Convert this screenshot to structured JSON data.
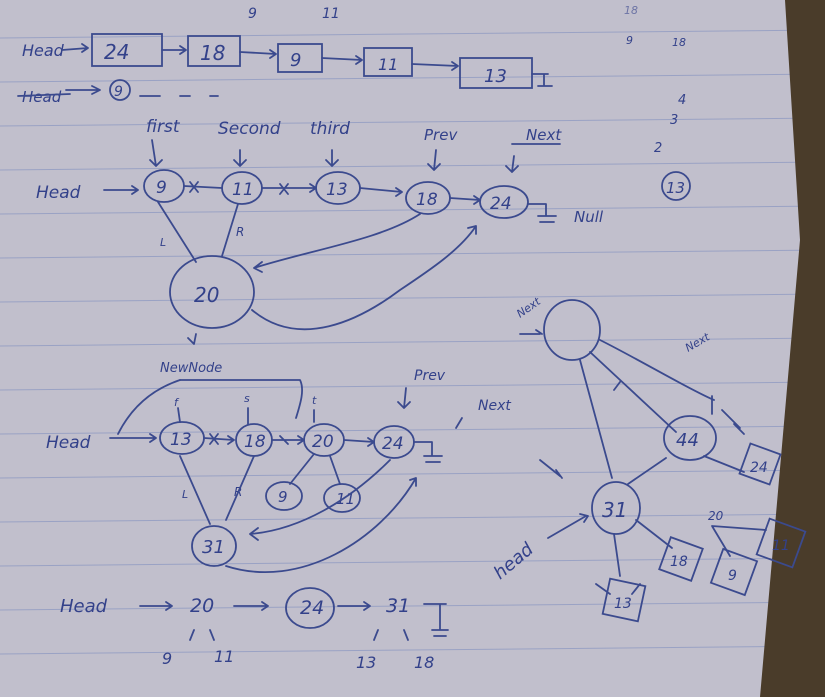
{
  "list1": {
    "head": "Head",
    "values": [
      "24",
      "18",
      "9",
      "11",
      "13"
    ],
    "above": [
      "9",
      "11"
    ]
  },
  "list1b": {
    "head": "Head",
    "value": "9"
  },
  "top_right_notes": [
    "4",
    "3",
    "2"
  ],
  "circled_number": "13",
  "diagram1": {
    "head": "Head",
    "pointer_labels": [
      "first",
      "Second",
      "third",
      "Prev",
      "Next"
    ],
    "nodes": [
      "9",
      "11",
      "13",
      "18",
      "24"
    ],
    "null_label": "Null",
    "parent": "20",
    "left_label": "L",
    "right_label": "R",
    "parent_label": "NewNode"
  },
  "diagram2": {
    "head": "Head",
    "pointer_labels": [
      "f",
      "s",
      "t",
      "Prev",
      "Next"
    ],
    "nodes": [
      "13",
      "18",
      "20",
      "24"
    ],
    "children_of_20": [
      "9",
      "11"
    ],
    "parent": "31",
    "left_label": "L",
    "right_label": "R"
  },
  "final_list": {
    "head": "Head",
    "items": [
      "20",
      "24",
      "31"
    ],
    "children_20": [
      "9",
      "11"
    ],
    "children_31": [
      "13",
      "18"
    ]
  },
  "tree": {
    "head": "head",
    "top_labels": [
      "Next",
      "Next"
    ],
    "nodes": [
      "44",
      "31",
      "24",
      "18",
      "20",
      "9",
      "11",
      "13"
    ]
  }
}
